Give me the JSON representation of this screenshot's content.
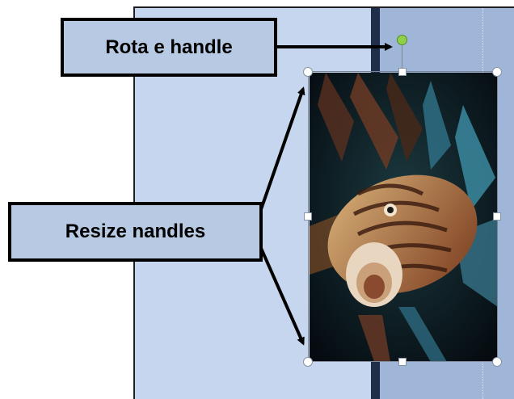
{
  "callouts": {
    "rotate_label": "Rota e handle",
    "resize_label": "Resize nandles"
  },
  "colors": {
    "slide_background": "#c6d6ee",
    "side_band": "#9fb6d8",
    "callout_fill": "#b7c9e3",
    "rotate_handle": "#8ed04a"
  },
  "image": {
    "subject": "lionfish photo",
    "selected": true
  }
}
